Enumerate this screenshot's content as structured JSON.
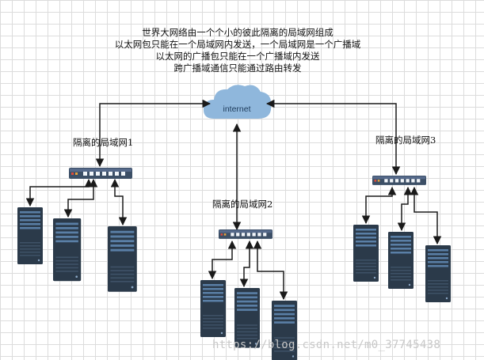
{
  "caption": {
    "line1": "世界大网络由一个个小的彼此隔离的局域网组成",
    "line2": "以太网包只能在一个局域网内发送，一个局域网是一个广播域",
    "line3": "以太网的广播包只能在一个广播域内发送",
    "line4": "跨广播域通信只能通过路由转发"
  },
  "internet_label": "internet",
  "lans": [
    {
      "label": "隔离的局域网1"
    },
    {
      "label": "隔离的局域网2"
    },
    {
      "label": "隔离的局域网3"
    }
  ],
  "watermark": "https://blog.csdn.net/m0_37745438",
  "icons": [
    "cloud-icon",
    "switch-icon",
    "server-icon"
  ],
  "colors": {
    "cloud": "#8fb7dc",
    "switch": "#3c4f66",
    "server": "#2b3a4a",
    "line": "#1a1a1a",
    "grid": "#dcdcdc"
  }
}
